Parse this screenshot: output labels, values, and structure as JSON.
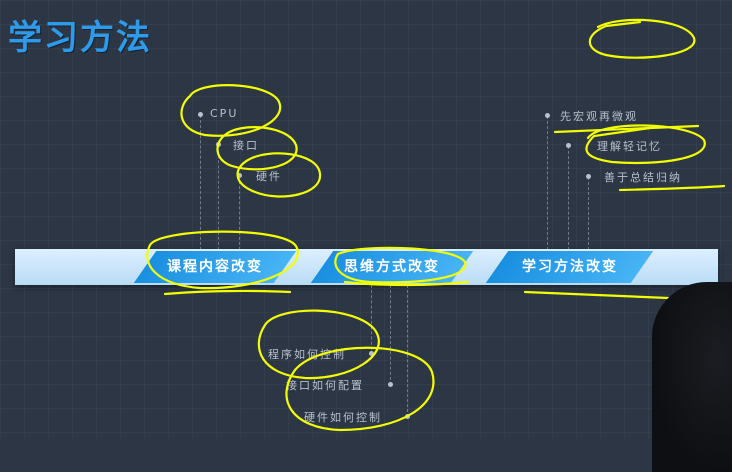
{
  "title": "学习方法",
  "band": {
    "chips": [
      "课程内容改变",
      "思维方式改变",
      "学习方法改变"
    ]
  },
  "upper_left_labels": [
    "CPU",
    "接口",
    "硬件"
  ],
  "upper_right_labels": [
    "先宏观再微观",
    "理解轻记忆",
    "善于总结归纳"
  ],
  "lower_labels": [
    "程序如何控制",
    "接口如何配置",
    "硬件如何控制"
  ],
  "colors": {
    "title": "#2f9be8",
    "ink": "#f2ff00",
    "chip": "#1a8fe0"
  }
}
